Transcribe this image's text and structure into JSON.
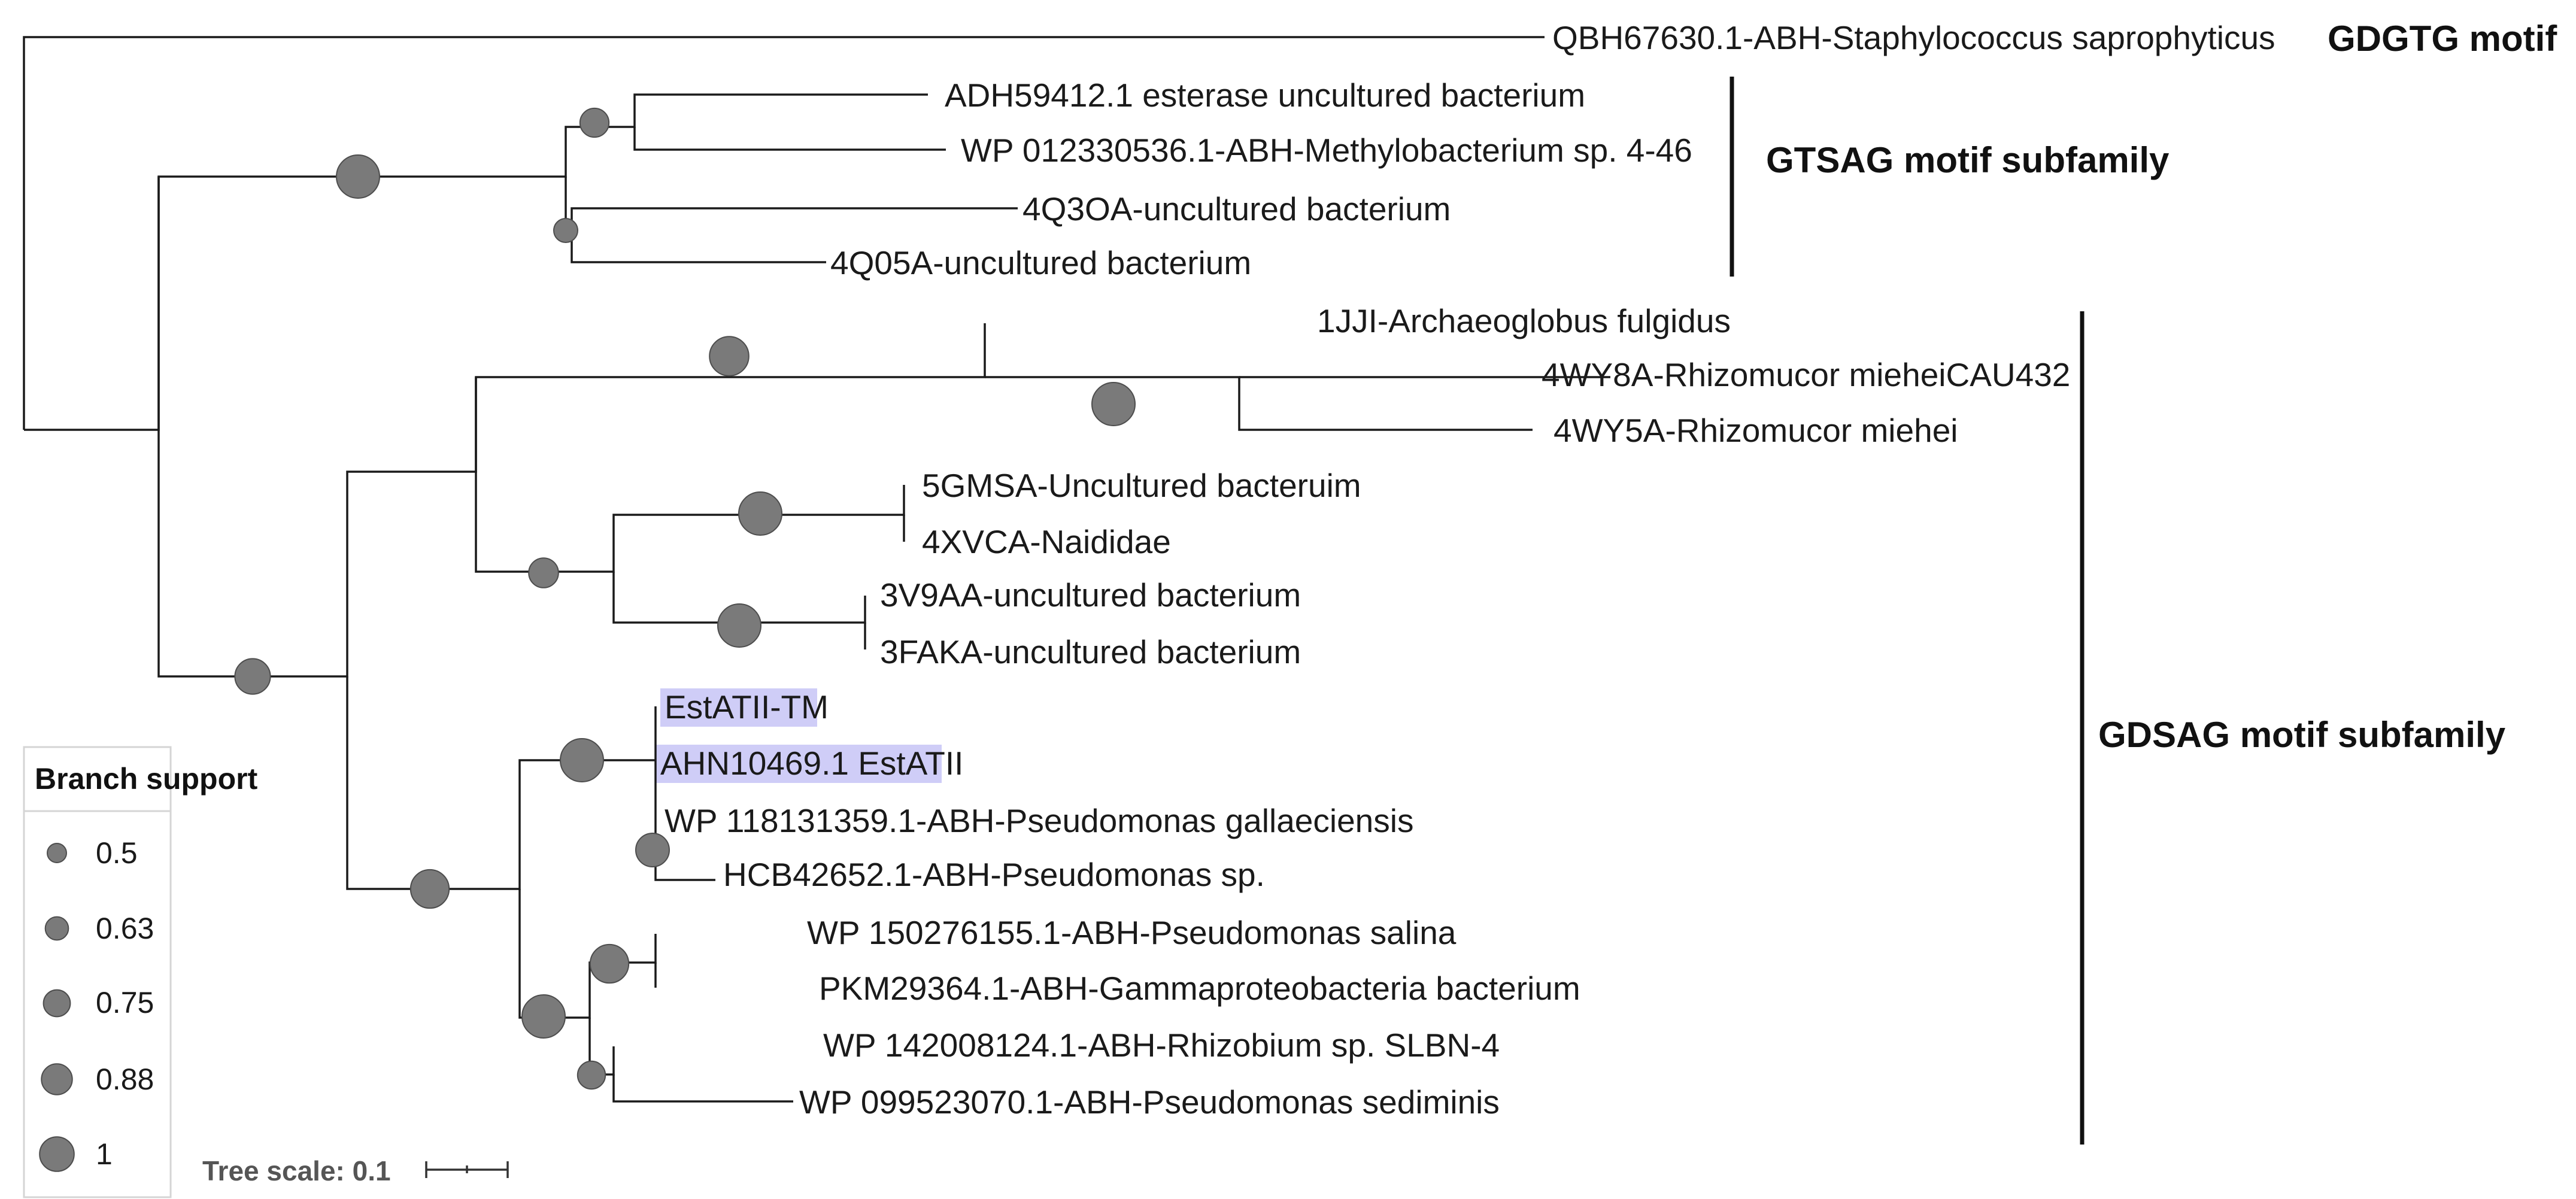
{
  "leaves": [
    "QBH67630.1-ABH-Staphylococcus saprophyticus",
    "ADH59412.1 esterase uncultured bacterium",
    "WP 012330536.1-ABH-Methylobacterium sp. 4-46",
    "4Q3OA-uncultured bacterium",
    "4Q05A-uncultured bacterium",
    "1JJI-Archaeoglobus fulgidus",
    "4WY8A-Rhizomucor mieheiCAU432",
    "4WY5A-Rhizomucor miehei",
    "5GMSA-Uncultured bacteruim",
    "4XVCA-Naididae",
    "3V9AA-uncultured bacterium",
    "3FAKA-uncultured bacterium",
    "EstATII-TM",
    "AHN10469.1 EstATII",
    "WP 118131359.1-ABH-Pseudomonas gallaeciensis",
    "HCB42652.1-ABH-Pseudomonas sp.",
    "WP 150276155.1-ABH-Pseudomonas salina",
    "PKM29364.1-ABH-Gammaproteobacteria bacterium",
    "WP 142008124.1-ABH-Rhizobium sp. SLBN-4",
    "WP 099523070.1-ABH-Pseudomonas sediminis"
  ],
  "highlighted_leaves": [
    "EstATII-TM",
    "AHN10469.1 EstATII"
  ],
  "highlight_color": "#cfcdf7",
  "node_color": "#7a7a7a",
  "groups": [
    {
      "label": "GDGTG motif"
    },
    {
      "label": "GTSAG motif subfamily"
    },
    {
      "label": "GDSAG motif subfamily"
    }
  ],
  "legend": {
    "title": "Branch support",
    "values": [
      "0.5",
      "0.63",
      "0.75",
      "0.88",
      "1"
    ]
  },
  "scale": {
    "label": "Tree scale: 0.1"
  },
  "support_nodes": [
    1,
    0.63,
    0.5,
    0.9,
    1,
    1,
    0.65,
    1,
    1,
    0.88,
    0.88,
    0.75,
    1,
    0.6,
    0.8
  ]
}
